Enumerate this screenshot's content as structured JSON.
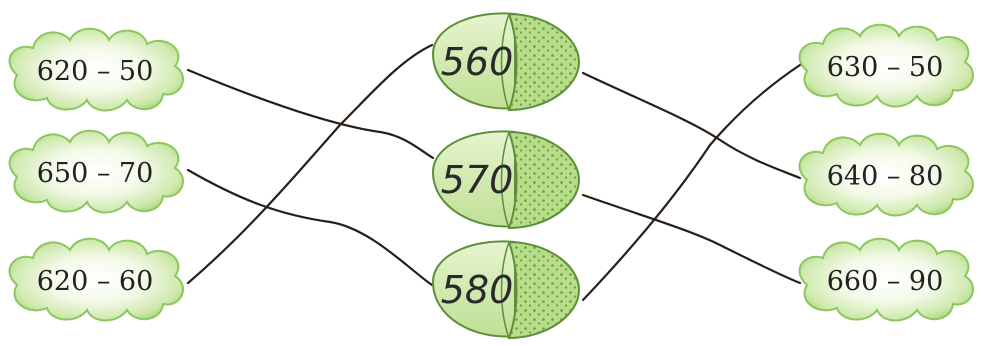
{
  "left_expressions": [
    "620 – 50",
    "650 – 70",
    "620 – 60"
  ],
  "acorns": [
    "560",
    "570",
    "580"
  ],
  "right_expressions": [
    "630 – 50",
    "640 – 80",
    "660 – 90"
  ],
  "colors": {
    "cloud_fill": "#dff1c4",
    "cloud_edge": "#8cc75d",
    "acorn_body": "#cfe7a8",
    "acorn_cap": "#b9dc8a",
    "acorn_dots": "#6fb04a",
    "line": "#2a1f18"
  }
}
